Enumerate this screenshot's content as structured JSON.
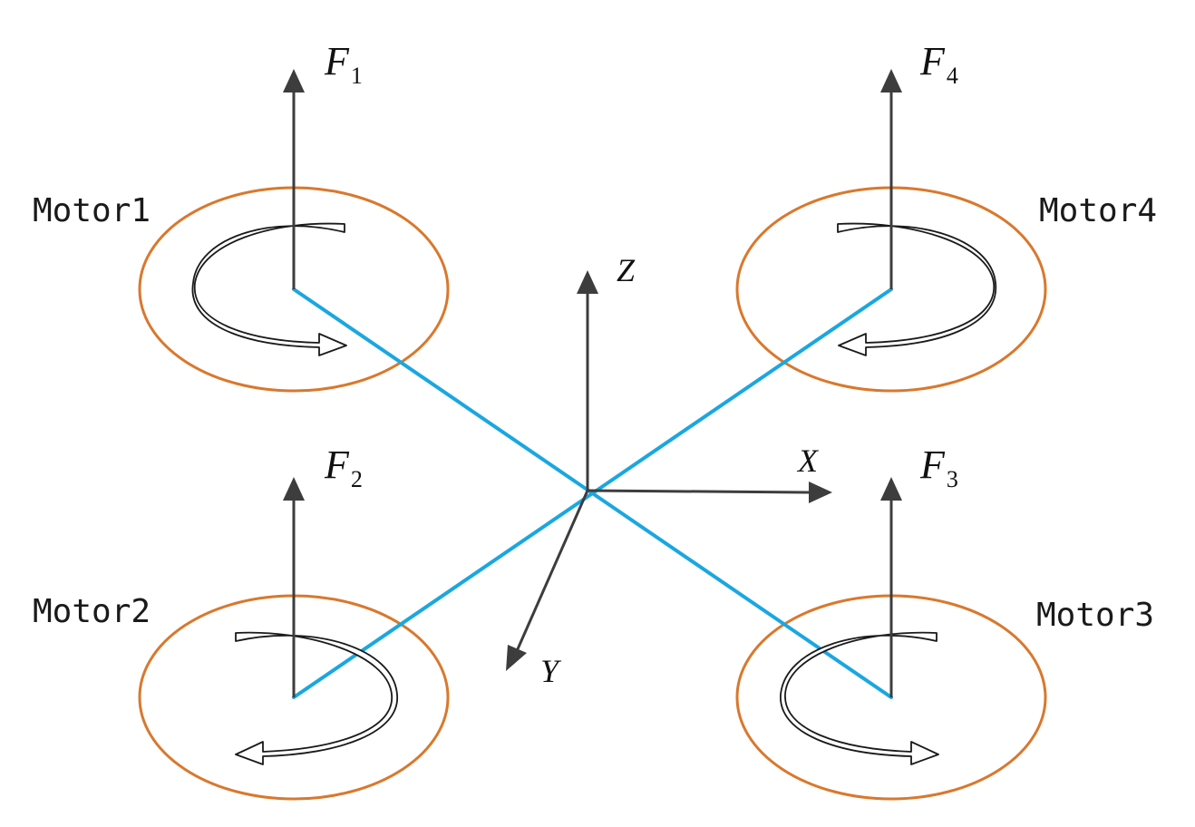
{
  "colors": {
    "rotor": "#d9782d",
    "arm": "#1aa7e0",
    "vector": "#3d3d3d"
  },
  "motors": [
    {
      "label": "Motor1",
      "force": "F",
      "force_index": "1",
      "spin": "counterclockwise"
    },
    {
      "label": "Motor2",
      "force": "F",
      "force_index": "2",
      "spin": "clockwise"
    },
    {
      "label": "Motor3",
      "force": "F",
      "force_index": "3",
      "spin": "counterclockwise"
    },
    {
      "label": "Motor4",
      "force": "F",
      "force_index": "4",
      "spin": "clockwise"
    }
  ],
  "axes": {
    "x": "X",
    "y": "Y",
    "z": "Z"
  }
}
